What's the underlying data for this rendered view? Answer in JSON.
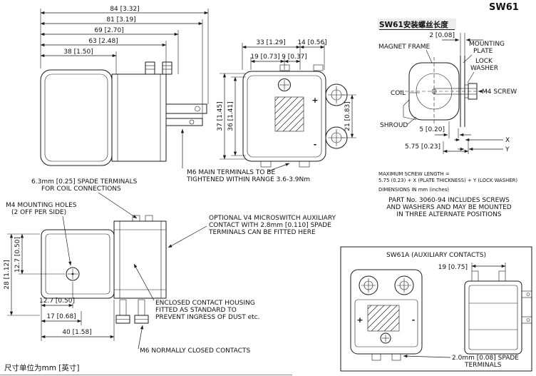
{
  "colors": {
    "ink": "#1a1a1a",
    "paper": "#ffffff"
  },
  "title": "SW61",
  "footer_note": "尺寸单位为mm [英寸]",
  "side_view": {
    "dims": [
      "84 [3.32]",
      "81 [3.19]",
      "69 [2.70]",
      "63 [2.48]",
      "38 [1.50]"
    ]
  },
  "front_view": {
    "dim_33": "33 [1.29]",
    "dim_14": "14 [0.56]",
    "dim_19": "19 [0.73]",
    "dim_9": "9 [0.37]",
    "dim_37": "37 [1.45]",
    "dim_36": "36 [1.41]",
    "dim_21": "21 [0.83]",
    "plus": "+",
    "minus": "-"
  },
  "mounting_detail": {
    "heading_cn": "SW61安装螺丝长度",
    "dim_2": "2 [0.08]",
    "label_magnet_frame": "MAGNET FRAME",
    "label_mounting": "MOUNTING",
    "label_plate": "PLATE",
    "label_lock": "LOCK",
    "label_washer": "WASHER",
    "label_m4_screw": "M4 SCREW",
    "label_coil": "COIL",
    "label_shroud": "SHROUD",
    "dim_5": "5 [0.20]",
    "dim_5_75": "5.75 [0.23]",
    "dim_x": "X",
    "dim_y": "Y",
    "note_max_1": "MAXIMUM SCREW LENGTH =",
    "note_max_2": "5.75 (0.23) + X (PLATE THICKNESS) + Y (LOCK WASHER)",
    "note_units": "DIMENSIONS IN mm (inches)",
    "note_part_1": "PART No. 3060-94 INCLUDES SCREWS",
    "note_part_2": "AND WASHERS AND MAY BE MOUNTED",
    "note_part_3": "IN THREE ALTERNATE POSITIONS"
  },
  "callouts": {
    "m6_main_1": "M6 MAIN TERMINALS TO BE",
    "m6_main_2": "TIGHTENED WITHIN RANGE 3.6-3.9Nm",
    "coil_spade_1": "6.3mm [0.25] SPADE TERMINALS",
    "coil_spade_2": "FOR COIL CONNECTIONS",
    "m4_holes_1": "M4 MOUNTING HOLES",
    "m4_holes_2": "(2 OFF PER SIDE)",
    "microswitch_1": "OPTIONAL V4 MICROSWITCH AUXILIARY",
    "microswitch_2": "CONTACT WITH 2.8mm [0.110] SPADE",
    "microswitch_3": "TERMINALS CAN BE FITTED HERE",
    "enclosed_1": "ENCLOSED CONTACT HOUSING",
    "enclosed_2": "FITTED AS STANDARD TO",
    "enclosed_3": "PREVENT INGRESS OF DUST etc.",
    "m6_nc": "M6 NORMALLY CLOSED CONTACTS"
  },
  "top_view": {
    "dim_28": "28 [1.12]",
    "dim_12_7_v": "12.7 [0.50]",
    "dim_12_7_h": "12.7 [0.50]",
    "dim_17": "17 [0.68]",
    "dim_40": "40 [1.58]"
  },
  "aux_box": {
    "title": "SW61A (AUXILIARY CONTACTS)",
    "dim_19": "19 [0.75]",
    "note_spade_1": "2.0mm [0.08] SPADE",
    "note_spade_2": "TERMINALS",
    "plus": "+",
    "minus": "-"
  }
}
